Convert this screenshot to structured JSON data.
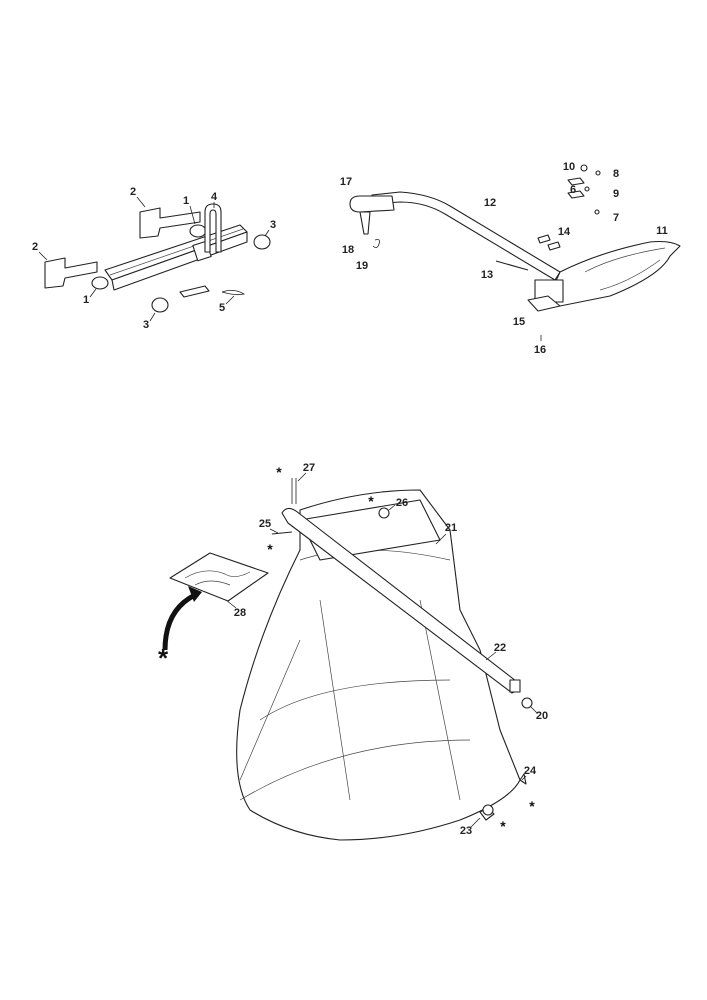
{
  "diagram_title": "",
  "callouts": [
    "1",
    "2",
    "4",
    "3",
    "2",
    "1",
    "3",
    "5",
    "17",
    "12",
    "10",
    "8",
    "6",
    "9",
    "7",
    "14",
    "11",
    "18",
    "19",
    "13",
    "15",
    "16",
    "27",
    "26",
    "25",
    "21",
    "28",
    "22",
    "20",
    "24",
    "23"
  ],
  "common_part_mark": "*"
}
